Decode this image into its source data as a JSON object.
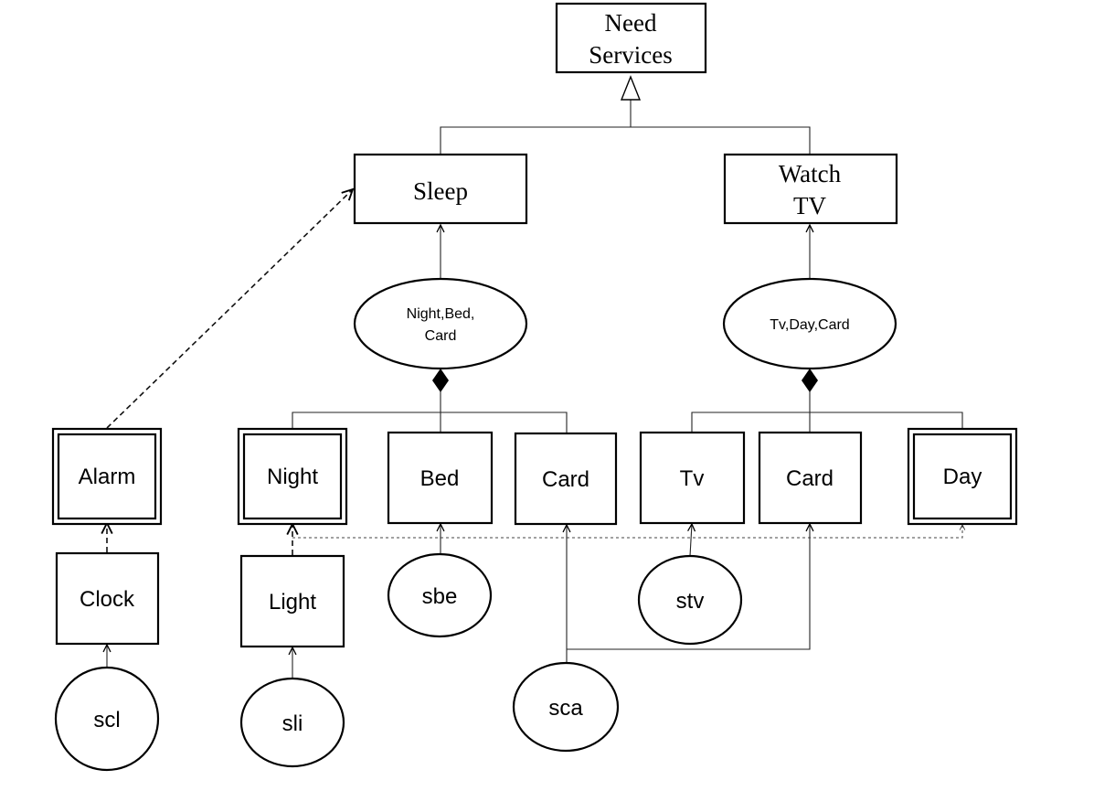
{
  "goals": {
    "need_services": [
      "Need",
      "Services"
    ],
    "sleep": [
      "Sleep"
    ],
    "watch_tv": [
      "Watch",
      "TV"
    ]
  },
  "conditions": {
    "sleep_condition": [
      "Night,Bed,",
      "Card"
    ],
    "tv_condition": [
      "Tv,Day,Card"
    ]
  },
  "contexts": {
    "alarm": "Alarm",
    "night": "Night",
    "bed": "Bed",
    "card_sleep": "Card",
    "tv": "Tv",
    "card_tv": "Card",
    "day": "Day",
    "clock": "Clock",
    "light": "Light"
  },
  "sensors": {
    "scl": "scl",
    "sli": "sli",
    "sbe": "sbe",
    "sca": "sca",
    "stv": "stv"
  }
}
